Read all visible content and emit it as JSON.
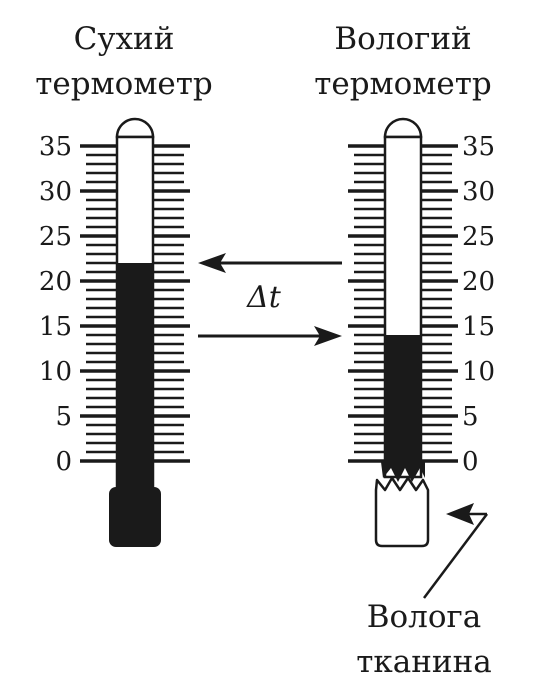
{
  "dry_thermometer": {
    "title_line1": "Сухий",
    "title_line2": "термометр",
    "reading": 22
  },
  "wet_thermometer": {
    "title_line1": "Вологий",
    "title_line2": "термометр",
    "reading": 14
  },
  "scale": {
    "min": 0,
    "max": 35,
    "labels": [
      "35",
      "30",
      "25",
      "20",
      "15",
      "10",
      "5",
      "0"
    ]
  },
  "difference_label": "Δt",
  "cloth_label_line1": "Волога",
  "cloth_label_line2": "тканина",
  "colors": {
    "ink": "#1a1a1a",
    "background": "#ffffff"
  }
}
